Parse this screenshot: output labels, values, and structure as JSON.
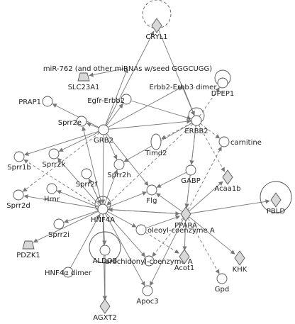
{
  "network": {
    "nodes": [
      {
        "id": "cryl1",
        "label": "CRYL1",
        "shape": "diamond",
        "self_loop": true,
        "loop_dashed": true
      },
      {
        "id": "mir762",
        "label": "miR-762 (and other miRNAs w/seed GGGCUGG)",
        "shape": "none"
      },
      {
        "id": "slc23a1",
        "label": "SLC23A1",
        "shape": "trapezoid"
      },
      {
        "id": "erbb2erbb3",
        "label": "Erbb2-Erbb3 dimer",
        "shape": "none"
      },
      {
        "id": "dpep1",
        "label": "DPEP1",
        "shape": "circle",
        "self_loop": true
      },
      {
        "id": "prap1",
        "label": "PRAP1",
        "shape": "circle"
      },
      {
        "id": "egfrerbb2",
        "label": "Egfr-Erbb2",
        "shape": "circle"
      },
      {
        "id": "sprr2e",
        "label": "Sprr2e",
        "shape": "circle"
      },
      {
        "id": "grb2",
        "label": "GRB2",
        "shape": "circle"
      },
      {
        "id": "erbb2",
        "label": "ERBB2",
        "shape": "circle",
        "self_loop": true
      },
      {
        "id": "carnitine",
        "label": "carnitine",
        "shape": "circle"
      },
      {
        "id": "timd2",
        "label": "Timd2",
        "shape": "ellipse"
      },
      {
        "id": "sprr1b",
        "label": "Sprr1b",
        "shape": "circle"
      },
      {
        "id": "sprr2k",
        "label": "Sprr2k",
        "shape": "circle"
      },
      {
        "id": "sprr2h",
        "label": "Sprr2h",
        "shape": "circle"
      },
      {
        "id": "sprr2f",
        "label": "Sprr2f",
        "shape": "circle"
      },
      {
        "id": "gabp",
        "label": "GABP",
        "shape": "circle"
      },
      {
        "id": "acaa1b",
        "label": "Acaa1b",
        "shape": "diamond"
      },
      {
        "id": "sprr2d",
        "label": "Sprr2d",
        "shape": "circle"
      },
      {
        "id": "hrnr",
        "label": "Hrnr",
        "shape": "circle"
      },
      {
        "id": "flg",
        "label": "Flg",
        "shape": "circle"
      },
      {
        "id": "pbld",
        "label": "PBLD",
        "shape": "diamond",
        "self_loop": true
      },
      {
        "id": "hnf4a",
        "label": "HNF4A",
        "shape": "circle",
        "self_loop": true
      },
      {
        "id": "ppara",
        "label": "PPARA",
        "shape": "diamond"
      },
      {
        "id": "sprr2i",
        "label": "Sprr2i",
        "shape": "circle"
      },
      {
        "id": "oleoyl",
        "label": "oleoyl-coenzyme A",
        "shape": "circle"
      },
      {
        "id": "pdzk1",
        "label": "PDZK1",
        "shape": "trapezoid"
      },
      {
        "id": "aldob",
        "label": "ALDOB",
        "shape": "circle",
        "self_loop": true
      },
      {
        "id": "khk",
        "label": "KHK",
        "shape": "diamond"
      },
      {
        "id": "arachidonyl",
        "label": "arachidonyl-coenzyme A",
        "shape": "circle"
      },
      {
        "id": "acot1",
        "label": "Acot1",
        "shape": "diamond"
      },
      {
        "id": "hnf4adimer",
        "label": "HNF4α dimer",
        "shape": "circle"
      },
      {
        "id": "gpd",
        "label": "Gpd",
        "shape": "circle"
      },
      {
        "id": "apoc3",
        "label": "Apoc3",
        "shape": "circle"
      },
      {
        "id": "agxt2",
        "label": "AGXT2",
        "shape": "diamond"
      }
    ],
    "edges": [
      {
        "from": "mir762",
        "to": "slc23a1",
        "style": "solid"
      },
      {
        "from": "grb2",
        "to": "cryl1",
        "style": "solid"
      },
      {
        "from": "grb2",
        "to": "mir762",
        "style": "solid"
      },
      {
        "from": "grb2",
        "to": "erbb2erbb3",
        "style": "solid"
      },
      {
        "from": "grb2",
        "to": "egfrerbb2",
        "style": "solid"
      },
      {
        "from": "grb2",
        "to": "prap1",
        "style": "solid"
      },
      {
        "from": "grb2",
        "to": "sprr2e",
        "style": "solid"
      },
      {
        "from": "grb2",
        "to": "erbb2",
        "style": "solid"
      },
      {
        "from": "grb2",
        "to": "sprr1b",
        "style": "solid"
      },
      {
        "from": "grb2",
        "to": "sprr2k",
        "style": "solid"
      },
      {
        "from": "grb2",
        "to": "sprr2h",
        "style": "solid"
      },
      {
        "from": "grb2",
        "to": "sprr2d",
        "style": "dashed"
      },
      {
        "from": "grb2",
        "to": "hnf4a",
        "style": "solid"
      },
      {
        "from": "grb2",
        "to": "flg",
        "style": "solid"
      },
      {
        "from": "erbb2erbb3",
        "to": "erbb2",
        "style": "solid"
      },
      {
        "from": "egfrerbb2",
        "to": "erbb2",
        "style": "solid"
      },
      {
        "from": "erbb2",
        "to": "dpep1",
        "style": "dashed"
      },
      {
        "from": "erbb2",
        "to": "carnitine",
        "style": "dashed"
      },
      {
        "from": "erbb2",
        "to": "timd2",
        "style": "dashed"
      },
      {
        "from": "erbb2",
        "to": "acaa1b",
        "style": "dashed"
      },
      {
        "from": "erbb2",
        "to": "gabp",
        "style": "solid"
      },
      {
        "from": "erbb2",
        "to": "ppara",
        "style": "dashed"
      },
      {
        "from": "erbb2",
        "to": "hnf4a",
        "style": "dashed"
      },
      {
        "from": "cryl1",
        "to": "erbb2",
        "style": "solid"
      },
      {
        "from": "gabp",
        "to": "flg",
        "style": "solid"
      },
      {
        "from": "hnf4a",
        "to": "sprr2e",
        "style": "solid"
      },
      {
        "from": "hnf4a",
        "to": "sprr2f",
        "style": "solid"
      },
      {
        "from": "hnf4a",
        "to": "sprr2h",
        "style": "solid"
      },
      {
        "from": "hnf4a",
        "to": "hrnr",
        "style": "solid"
      },
      {
        "from": "hnf4a",
        "to": "sprr2i",
        "style": "solid"
      },
      {
        "from": "hnf4a",
        "to": "sprr2d",
        "style": "solid"
      },
      {
        "from": "hnf4a",
        "to": "sprr2k",
        "style": "solid"
      },
      {
        "from": "hnf4a",
        "to": "sprr1b",
        "style": "dashed"
      },
      {
        "from": "hnf4a",
        "to": "pdzk1",
        "style": "solid"
      },
      {
        "from": "hnf4a",
        "to": "aldob",
        "style": "solid"
      },
      {
        "from": "hnf4a",
        "to": "agxt2",
        "style": "solid"
      },
      {
        "from": "hnf4a",
        "to": "apoc3",
        "style": "solid"
      },
      {
        "from": "hnf4a",
        "to": "flg",
        "style": "solid"
      },
      {
        "from": "hnf4a",
        "to": "arachidonyl",
        "style": "solid"
      },
      {
        "from": "hnf4a",
        "to": "oleoyl",
        "style": "solid"
      },
      {
        "from": "hnf4adimer",
        "to": "hnf4a",
        "style": "solid"
      },
      {
        "from": "ppara",
        "to": "hnf4a",
        "style": "solid"
      },
      {
        "from": "ppara",
        "to": "pbld",
        "style": "solid"
      },
      {
        "from": "ppara",
        "to": "khk",
        "style": "solid"
      },
      {
        "from": "ppara",
        "to": "gpd",
        "style": "dashed"
      },
      {
        "from": "ppara",
        "to": "acot1",
        "style": "solid"
      },
      {
        "from": "ppara",
        "to": "apoc3",
        "style": "solid"
      },
      {
        "from": "ppara",
        "to": "arachidonyl",
        "style": "dashed"
      },
      {
        "from": "ppara",
        "to": "acaa1b",
        "style": "solid"
      },
      {
        "from": "ppara",
        "to": "carnitine",
        "style": "dashed"
      },
      {
        "from": "ppara",
        "to": "flg",
        "style": "solid"
      },
      {
        "from": "oleoyl",
        "to": "ppara",
        "style": "solid"
      },
      {
        "from": "oleoyl",
        "to": "acot1",
        "style": "dashed"
      },
      {
        "from": "gabp",
        "to": "ppara",
        "style": "solid"
      },
      {
        "from": "hnf4a",
        "to": "ppara",
        "style": "solid"
      },
      {
        "from": "sprr2f",
        "to": "hnf4a",
        "style": "dashed"
      },
      {
        "from": "aldob",
        "to": "agxt2",
        "style": "solid"
      },
      {
        "from": "erbb2",
        "to": "sprr2h",
        "style": "solid"
      }
    ]
  }
}
